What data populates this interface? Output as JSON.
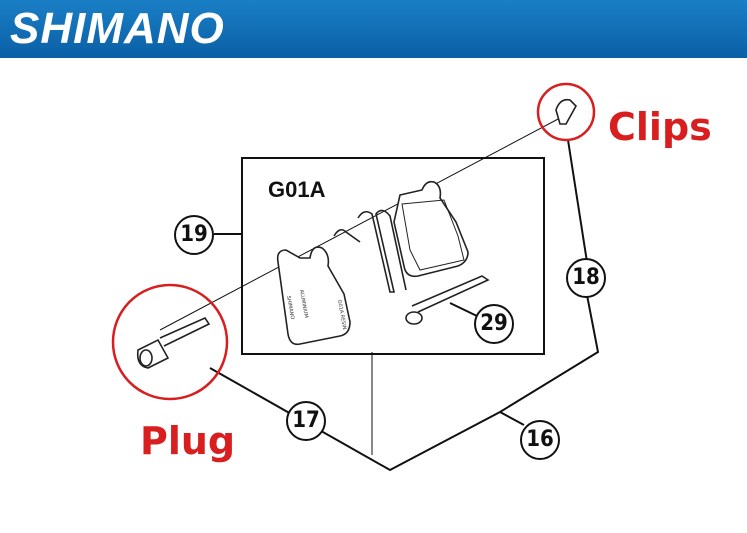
{
  "header": {
    "brand": "SHIMANO",
    "brand_color": "#0b5fa5"
  },
  "callouts": {
    "clips": "Clips",
    "plug": "Plug",
    "color": "#d81e1e"
  },
  "kit": {
    "model": "G01A"
  },
  "parts": {
    "p19": "19",
    "p18": "18",
    "p29": "29",
    "p17": "17",
    "p16": "16"
  },
  "pad_labels": {
    "brand": "SHIMANO",
    "material": "ALUMINIUM",
    "code": "G01A RESIN"
  }
}
